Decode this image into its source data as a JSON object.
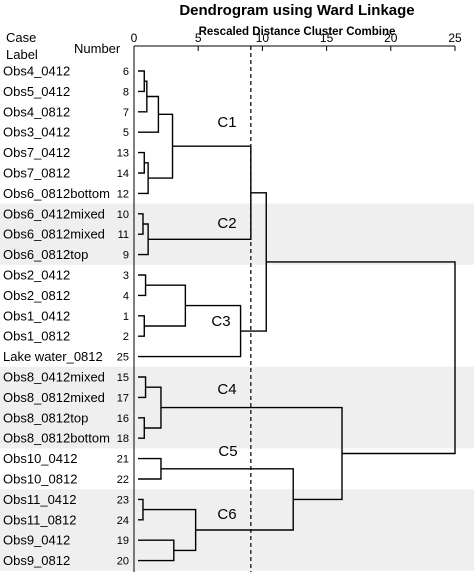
{
  "chart_data": {
    "type": "dendrogram",
    "title": "Dendrogram using Ward Linkage",
    "subtitle": "Rescaled Distance Cluster Combine",
    "header_case": "Case",
    "header_label": "Label",
    "header_number": "Number",
    "x_ticks": [
      "0",
      "5",
      "10",
      "15",
      "20",
      "25"
    ],
    "xlim": [
      0,
      25
    ],
    "cutoff": 9.1,
    "grid": false,
    "shade_color": "#efefef",
    "line_color": "#000000",
    "leaves": [
      {
        "label": "Obs4_0412",
        "number": "6"
      },
      {
        "label": "Obs5_0412",
        "number": "8"
      },
      {
        "label": "Obs4_0812",
        "number": "7"
      },
      {
        "label": "Obs3_0412",
        "number": "5"
      },
      {
        "label": "Obs7_0412",
        "number": "13"
      },
      {
        "label": "Obs7_0812",
        "number": "14"
      },
      {
        "label": "Obs6_0812bottom",
        "number": "12"
      },
      {
        "label": "Obs6_0412mixed",
        "number": "10"
      },
      {
        "label": "Obs6_0812mixed",
        "number": "11"
      },
      {
        "label": "Obs6_0812top",
        "number": "9"
      },
      {
        "label": "Obs2_0412",
        "number": "3"
      },
      {
        "label": "Obs2_0812",
        "number": "4"
      },
      {
        "label": "Obs1_0412",
        "number": "1"
      },
      {
        "label": "Obs1_0812",
        "number": "2"
      },
      {
        "label": "Lake water_0812",
        "number": "25"
      },
      {
        "label": "Obs8_0412mixed",
        "number": "15"
      },
      {
        "label": "Obs8_0812mixed",
        "number": "17"
      },
      {
        "label": "Obs8_0812top",
        "number": "16"
      },
      {
        "label": "Obs8_0812bottom",
        "number": "18"
      },
      {
        "label": "Obs10_0412",
        "number": "21"
      },
      {
        "label": "Obs10_0812",
        "number": "22"
      },
      {
        "label": "Obs11_0412",
        "number": "23"
      },
      {
        "label": "Obs11_0812",
        "number": "24"
      },
      {
        "label": "Obs9_0412",
        "number": "19"
      },
      {
        "label": "Obs9_0812",
        "number": "20"
      }
    ],
    "merges": [
      {
        "a": "L0",
        "b": "L1",
        "h": 0.8
      },
      {
        "a": "M0",
        "b": "L2",
        "h": 1.0
      },
      {
        "a": "M1",
        "b": "L3",
        "h": 1.9
      },
      {
        "a": "L4",
        "b": "L5",
        "h": 0.8
      },
      {
        "a": "M3",
        "b": "L6",
        "h": 1.1
      },
      {
        "a": "M2",
        "b": "M4",
        "h": 3.0
      },
      {
        "a": "L7",
        "b": "L8",
        "h": 0.7
      },
      {
        "a": "M6",
        "b": "L9",
        "h": 1.1
      },
      {
        "a": "L10",
        "b": "L11",
        "h": 0.9
      },
      {
        "a": "L12",
        "b": "L13",
        "h": 0.8
      },
      {
        "a": "M8",
        "b": "M9",
        "h": 4.0
      },
      {
        "a": "M10",
        "b": "L14",
        "h": 8.3
      },
      {
        "a": "M5",
        "b": "M7",
        "h": 9.1
      },
      {
        "a": "M12",
        "b": "M11",
        "h": 10.3
      },
      {
        "a": "L15",
        "b": "L16",
        "h": 0.9
      },
      {
        "a": "L17",
        "b": "L18",
        "h": 0.8
      },
      {
        "a": "M14",
        "b": "M15",
        "h": 2.1
      },
      {
        "a": "L19",
        "b": "L20",
        "h": 2.1
      },
      {
        "a": "L21",
        "b": "L22",
        "h": 0.7
      },
      {
        "a": "L23",
        "b": "L24",
        "h": 3.1
      },
      {
        "a": "M18",
        "b": "M19",
        "h": 4.8
      },
      {
        "a": "M17",
        "b": "M20",
        "h": 12.4
      },
      {
        "a": "M16",
        "b": "M21",
        "h": 16.2
      },
      {
        "a": "M13",
        "b": "M22",
        "h": 25.0
      }
    ],
    "clusters": [
      {
        "label": "C1",
        "leaves": [
          0,
          6
        ],
        "shaded": false
      },
      {
        "label": "C2",
        "leaves": [
          7,
          9
        ],
        "shaded": true
      },
      {
        "label": "C3",
        "leaves": [
          10,
          14
        ],
        "shaded": false
      },
      {
        "label": "C4",
        "leaves": [
          15,
          18
        ],
        "shaded": true
      },
      {
        "label": "C5",
        "leaves": [
          19,
          20
        ],
        "shaded": false
      },
      {
        "label": "C6",
        "leaves": [
          21,
          24
        ],
        "shaded": true
      }
    ]
  }
}
